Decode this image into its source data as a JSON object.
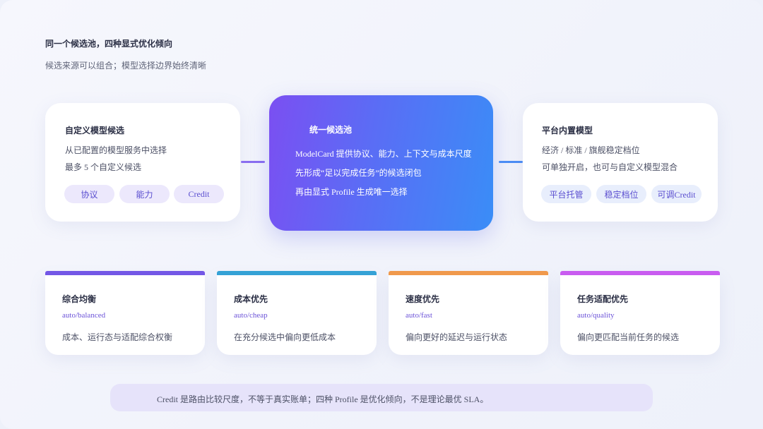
{
  "header": {
    "title": "同一个候选池，四种显式优化倾向",
    "subtitle": "候选来源可以组合；模型选择边界始终清晰"
  },
  "left_card": {
    "title": "自定义模型候选",
    "lines": [
      "从已配置的模型服务中选择",
      "最多 5 个自定义候选"
    ],
    "tags": [
      "协议",
      "能力",
      "Credit"
    ]
  },
  "center_card": {
    "title": "统一候选池",
    "lines": [
      "ModelCard 提供协议、能力、上下文与成本尺度",
      "先形成“足以完成任务”的候选闭包",
      "再由显式 Profile 生成唯一选择"
    ]
  },
  "right_card": {
    "title": "平台内置模型",
    "lines": [
      "经济 / 标准 / 旗舰稳定档位",
      "可单独开启，也可与自定义模型混合"
    ],
    "tags": [
      "平台托管",
      "稳定档位",
      "可调Credit"
    ]
  },
  "profiles": [
    {
      "name": "综合均衡",
      "code": "auto/balanced",
      "desc": "成本、运行态与适配综合权衡",
      "color": "#7357e6"
    },
    {
      "name": "成本优先",
      "code": "auto/cheap",
      "desc": "在充分候选中偏向更低成本",
      "color": "#35a2d6"
    },
    {
      "name": "速度优先",
      "code": "auto/fast",
      "desc": "偏向更好的延迟与运行状态",
      "color": "#f0994c"
    },
    {
      "name": "任务适配优先",
      "code": "auto/quality",
      "desc": "偏向更匹配当前任务的候选",
      "color": "#c95cf0"
    }
  ],
  "footnote": "Credit 是路由比较尺度，不等于真实账单；四种 Profile 是优化倾向，不是理论最优 SLA。",
  "colors": {
    "left_tag_bg": "#ece8fc",
    "right_tag_bg": "#e8eefc",
    "connector_left": "#8a6ef0",
    "connector_right": "#4b8cf5"
  }
}
